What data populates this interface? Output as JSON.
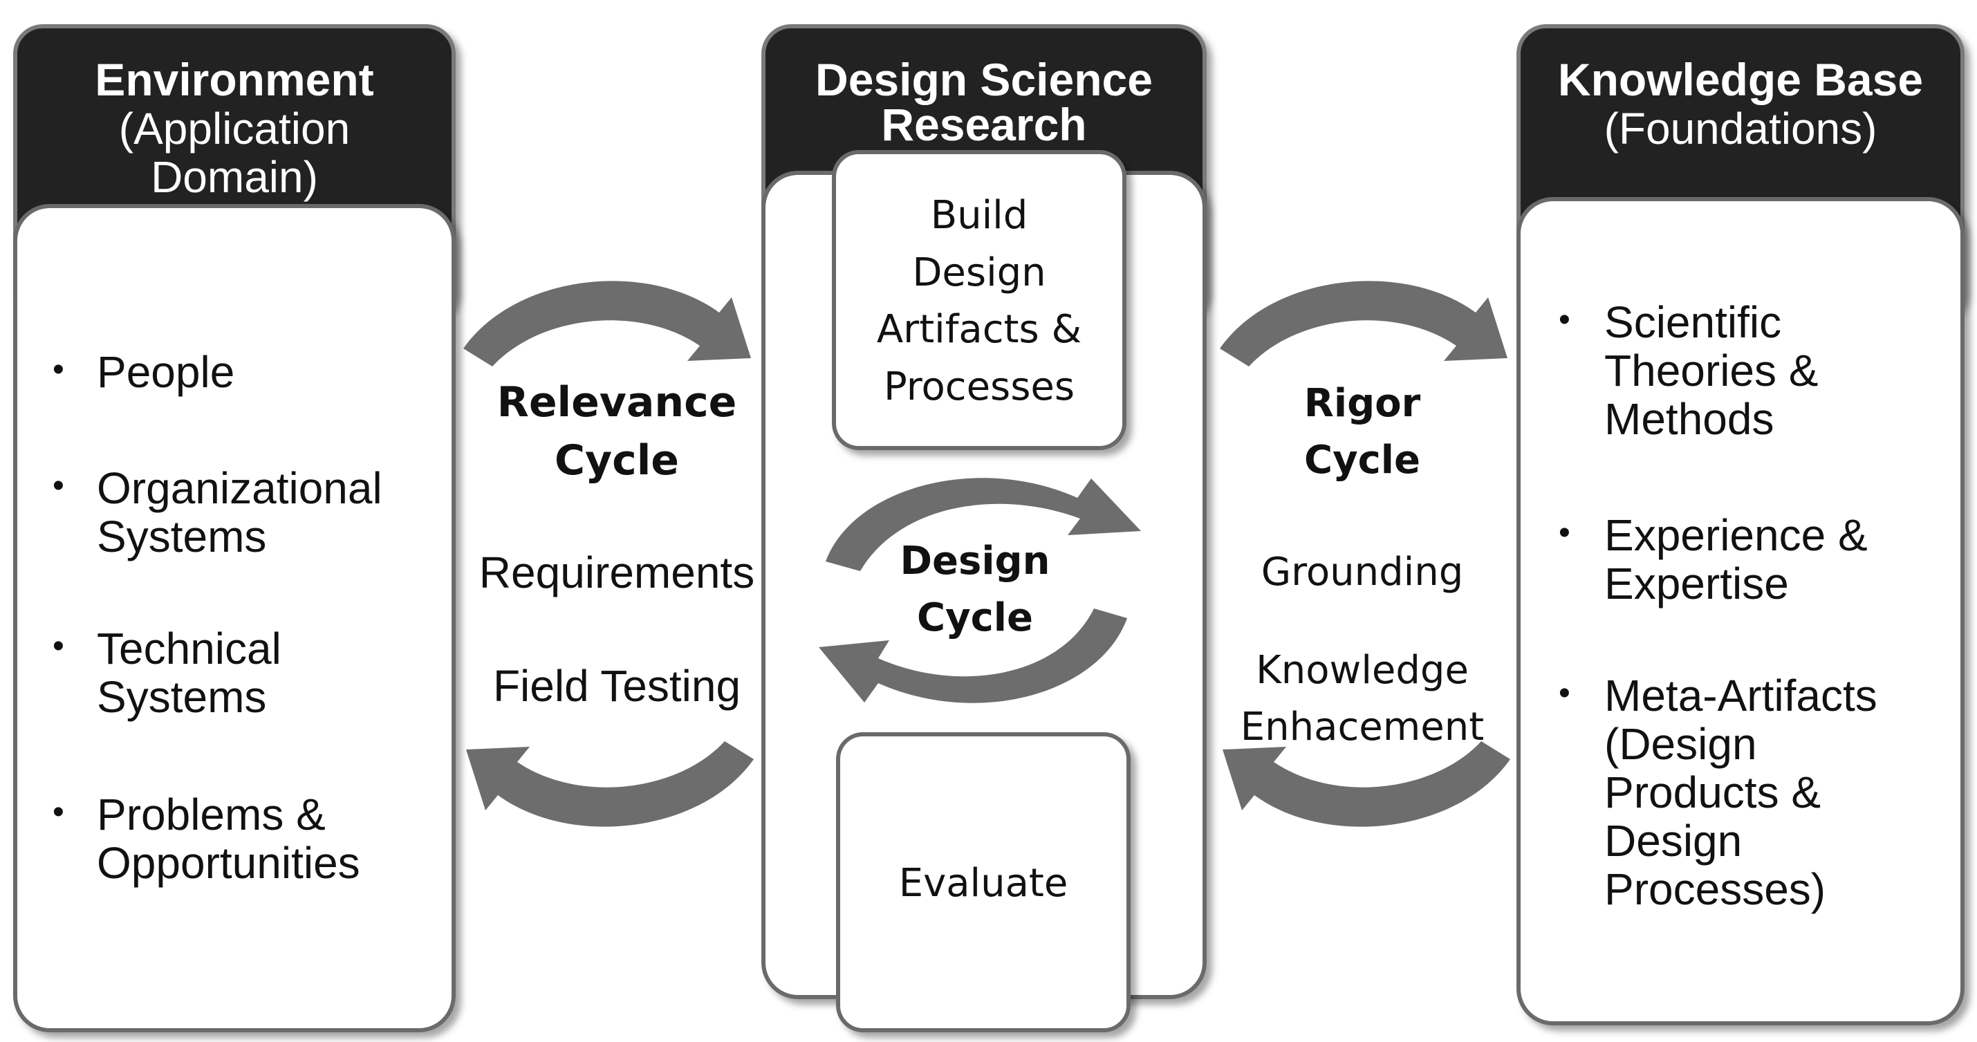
{
  "environment": {
    "title": "Environment",
    "subtitle_line1": "(Application",
    "subtitle_line2": "Domain)",
    "items": [
      {
        "line1": "People",
        "line2": ""
      },
      {
        "line1": "Organizational",
        "line2": "Systems"
      },
      {
        "line1": "Technical",
        "line2": "Systems"
      },
      {
        "line1": "Problems &",
        "line2": "Opportunities"
      }
    ]
  },
  "dsr": {
    "title_line1": "Design Science",
    "title_line2": "Research",
    "build_box": {
      "line1": "Build",
      "line2": "Design",
      "line3": "Artifacts &",
      "line4": "Processes"
    },
    "design_cycle": {
      "line1": "Design",
      "line2": "Cycle"
    },
    "evaluate_label": "Evaluate"
  },
  "knowledge_base": {
    "title": "Knowledge Base",
    "subtitle": "(Foundations)",
    "items": [
      {
        "lines": [
          "Scientific",
          "Theories &",
          "Methods"
        ]
      },
      {
        "lines": [
          "Experience &",
          "Expertise"
        ]
      },
      {
        "lines": [
          "Meta-Artifacts",
          "(Design",
          "Products &",
          "Design",
          "Processes)"
        ]
      }
    ]
  },
  "relevance_cycle": {
    "line1": "Relevance",
    "line2": "Cycle",
    "label_top": "Requirements",
    "label_bottom": "Field Testing"
  },
  "rigor_cycle": {
    "line1": "Rigor",
    "line2": "Cycle",
    "label_top": "Grounding",
    "label_bottom_line1": "Knowledge",
    "label_bottom_line2": "Enhacement"
  },
  "colors": {
    "header": "#222222",
    "arrow": "#6d6d6d",
    "border": "#6a6a6a"
  }
}
